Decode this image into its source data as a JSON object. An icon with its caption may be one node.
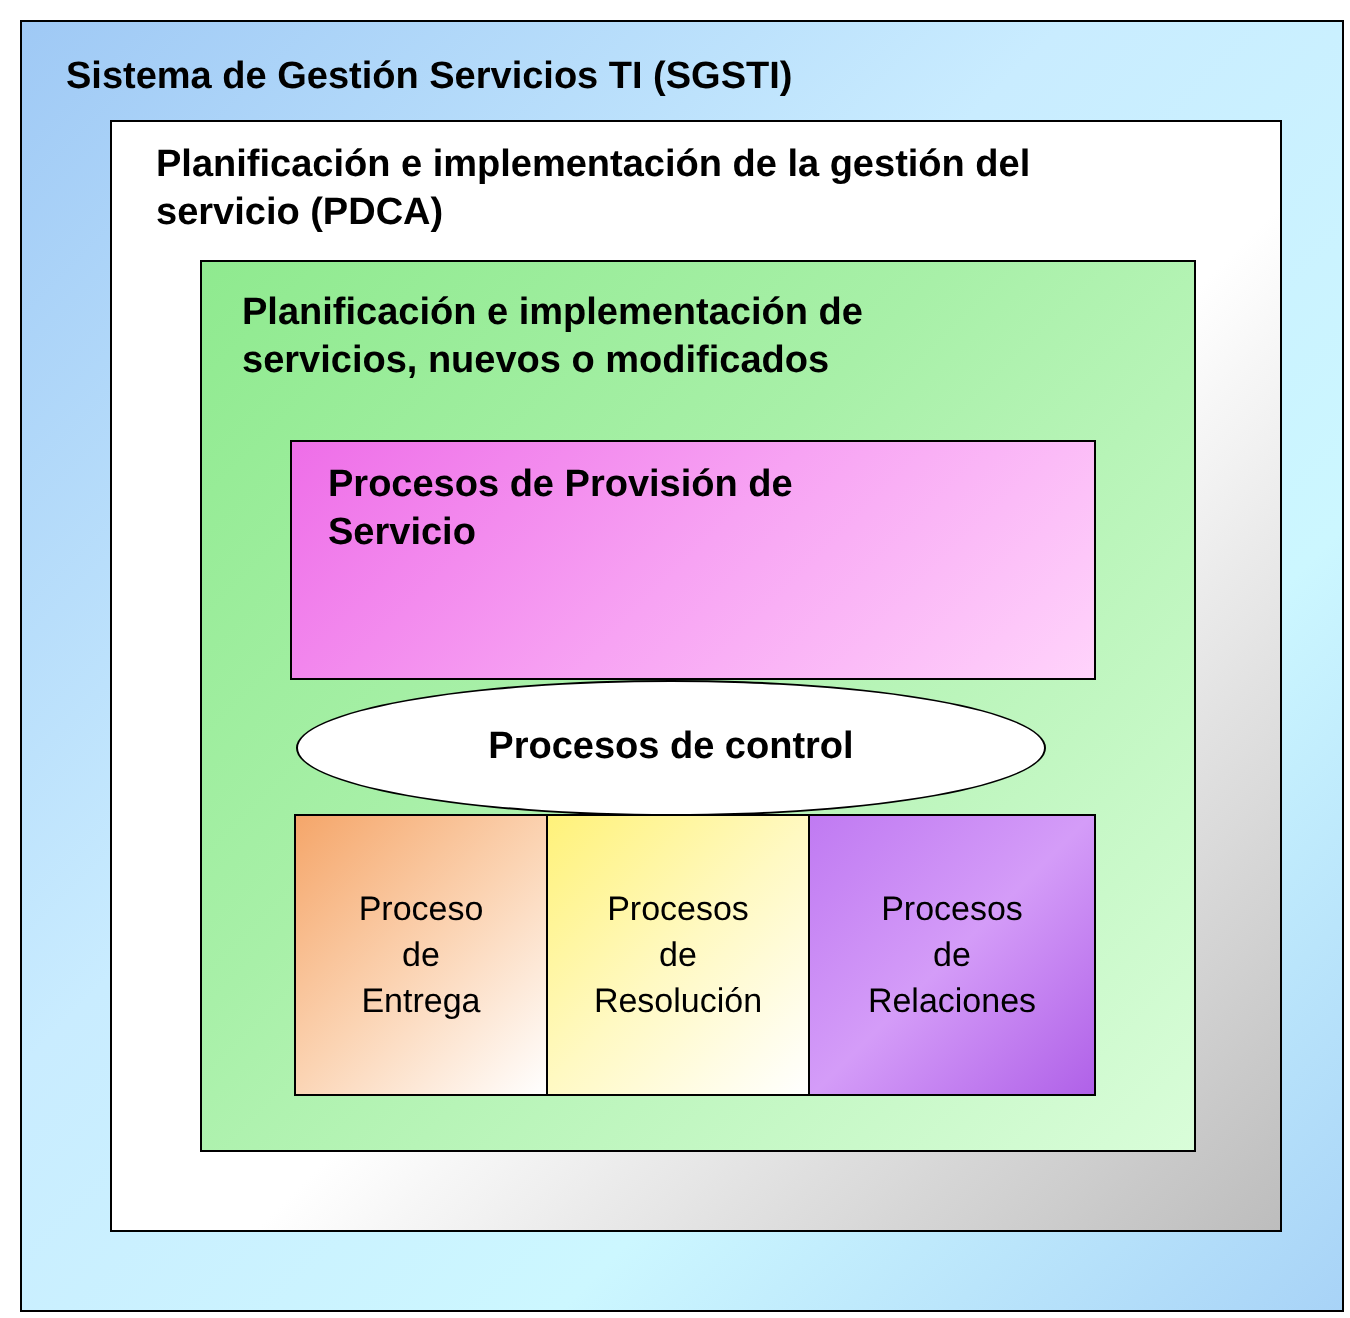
{
  "diagram": {
    "nodes": [
      {
        "text": [
          "Sistema de Gestión Servicios TI (SGSTI)"
        ]
      },
      {
        "text": [
          "Planificación e implementación de la gestión del servicio (PDCA)"
        ],
        "in": 0
      },
      {
        "text": [
          "Planificación e implementación de servicios, nuevos o modificados"
        ],
        "in": 1
      },
      {
        "text": [
          "Procesos de Provisión de Servicio"
        ],
        "in": 2
      },
      {
        "text": [
          "Procesos de control"
        ],
        "in": 2
      },
      {
        "text": [
          "Proceso de Entrega"
        ],
        "in": 2
      },
      {
        "text": [
          "Procesos de Resolución"
        ],
        "in": 2
      },
      {
        "text": [
          "Procesos de Relaciones"
        ],
        "in": 2
      }
    ]
  }
}
